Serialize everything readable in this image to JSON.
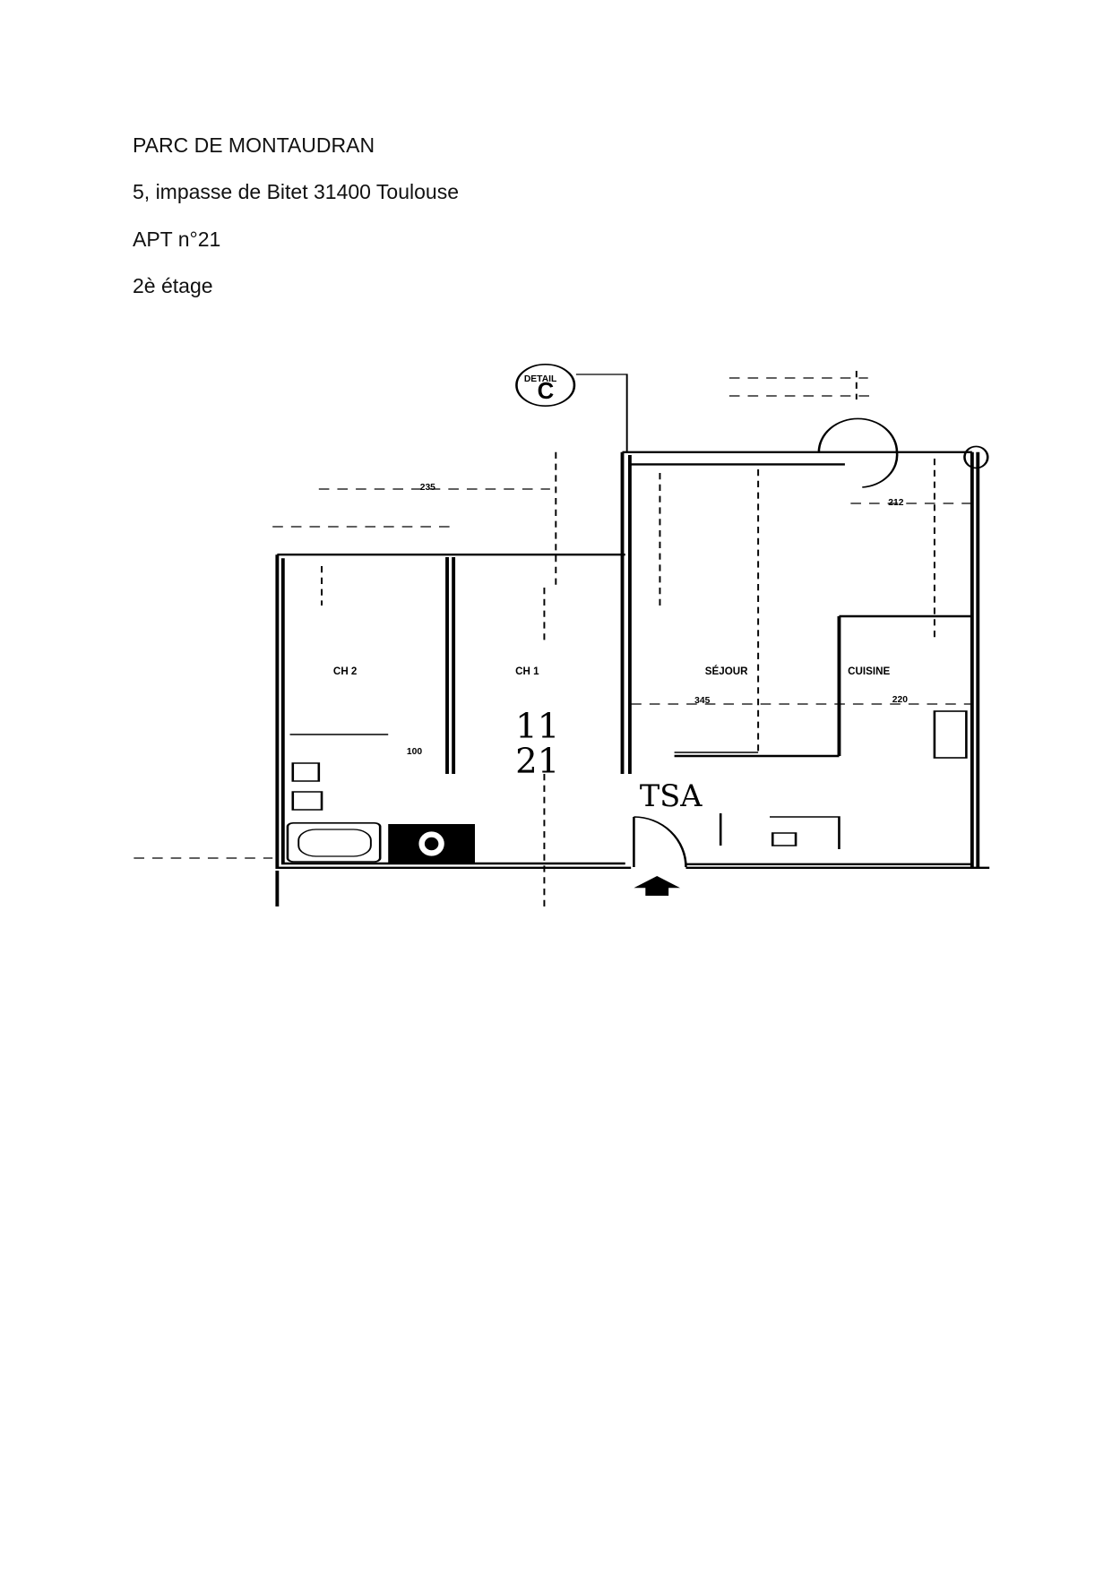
{
  "header": {
    "residence": "PARC DE MONTAUDRAN",
    "address": "5, impasse de Bitet 31400 Toulouse",
    "apartment": "APT n°21",
    "floor": "2è étage"
  },
  "plan": {
    "detail_label": "DETAIL",
    "detail_letter": "C",
    "rooms": {
      "ch2": "CH 2",
      "ch1": "CH 1",
      "sejour": "SÉJOUR",
      "cuisine": "CUISINE"
    },
    "dimensions": {
      "d235": "235",
      "d345": "345",
      "d220": "220",
      "d212": "212",
      "d100": "100"
    },
    "handwritten": {
      "top": "11",
      "bottom": "21",
      "entry": "TSA"
    }
  }
}
